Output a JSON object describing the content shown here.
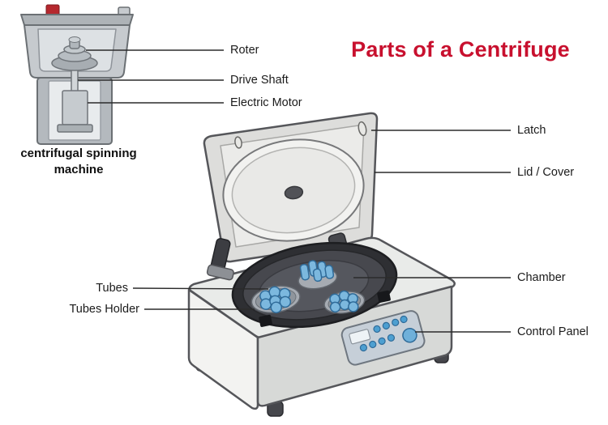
{
  "title": "Parts of a Centrifuge",
  "colors": {
    "title_red": "#c8102e",
    "tube_blue": "#7cb8de",
    "label_text": "#1b1b1b"
  },
  "inset": {
    "caption": "centrifugal spinning machine",
    "labels": {
      "roter": "Roter",
      "drive_shaft": "Drive Shaft",
      "electric_motor": "Electric Motor"
    }
  },
  "main": {
    "labels": {
      "latch": "Latch",
      "lid_cover": "Lid / Cover",
      "chamber": "Chamber",
      "control_panel": "Control Panel",
      "tubes": "Tubes",
      "tubes_holder": "Tubes Holder"
    }
  }
}
